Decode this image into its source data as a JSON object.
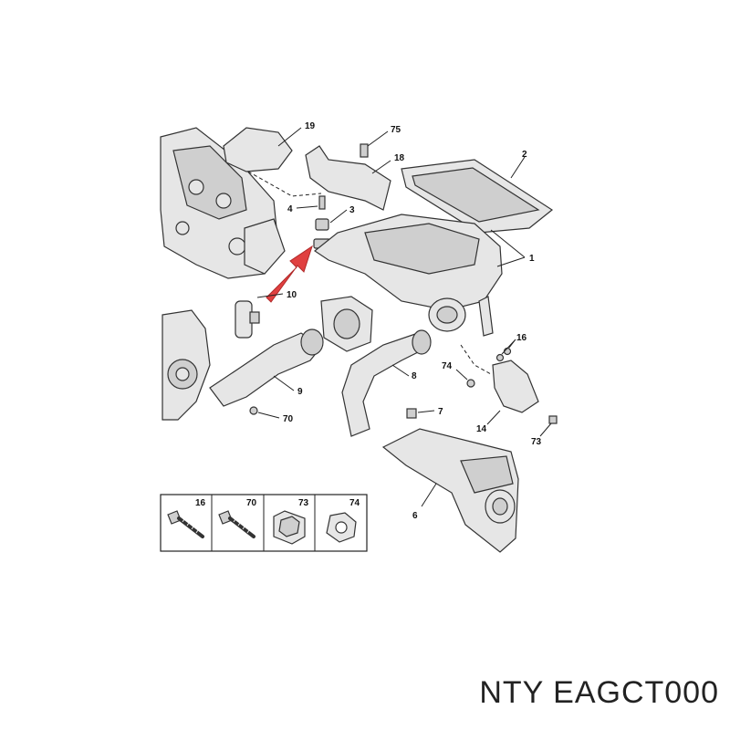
{
  "callouts": {
    "c19": "19",
    "c75": "75",
    "c18": "18",
    "c2": "2",
    "c4": "4",
    "c3": "3",
    "c1": "1",
    "c10": "10",
    "c16": "16",
    "c74": "74",
    "c8": "8",
    "c9": "9",
    "c7": "7",
    "c14": "14",
    "c73": "73",
    "c70": "70",
    "c6": "6"
  },
  "legend": {
    "items": [
      {
        "label": "16",
        "icon": "screw-icon"
      },
      {
        "label": "70",
        "icon": "screw-icon"
      },
      {
        "label": "73",
        "icon": "clip-icon"
      },
      {
        "label": "74",
        "icon": "nut-icon"
      }
    ]
  },
  "caption": "NTY EAGCT000",
  "colors": {
    "arrow": "#e04040",
    "lines": "#222222",
    "parts": "#e6e6e6"
  }
}
